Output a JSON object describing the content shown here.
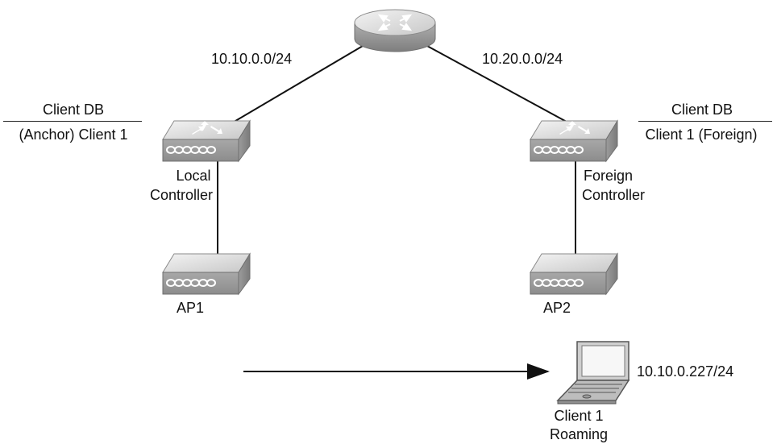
{
  "links": {
    "left_subnet": "10.10.0.0/24",
    "right_subnet": "10.20.0.0/24"
  },
  "left_db": {
    "title": "Client DB",
    "entry": "(Anchor) Client 1"
  },
  "right_db": {
    "title": "Client DB",
    "entry": "Client 1 (Foreign)"
  },
  "local_controller": {
    "line1": "Local",
    "line2": "Controller"
  },
  "foreign_controller": {
    "line1": "Foreign",
    "line2": "Controller"
  },
  "ap1": {
    "label": "AP1"
  },
  "ap2": {
    "label": "AP2"
  },
  "client": {
    "ip": "10.10.0.227/24",
    "line1": "Client 1",
    "line2": "Roaming"
  },
  "colors": {
    "device_light": "#e4e4e4",
    "device_mid": "#b4b4b4",
    "device_dark": "#8a8a8a",
    "line": "#111111"
  }
}
